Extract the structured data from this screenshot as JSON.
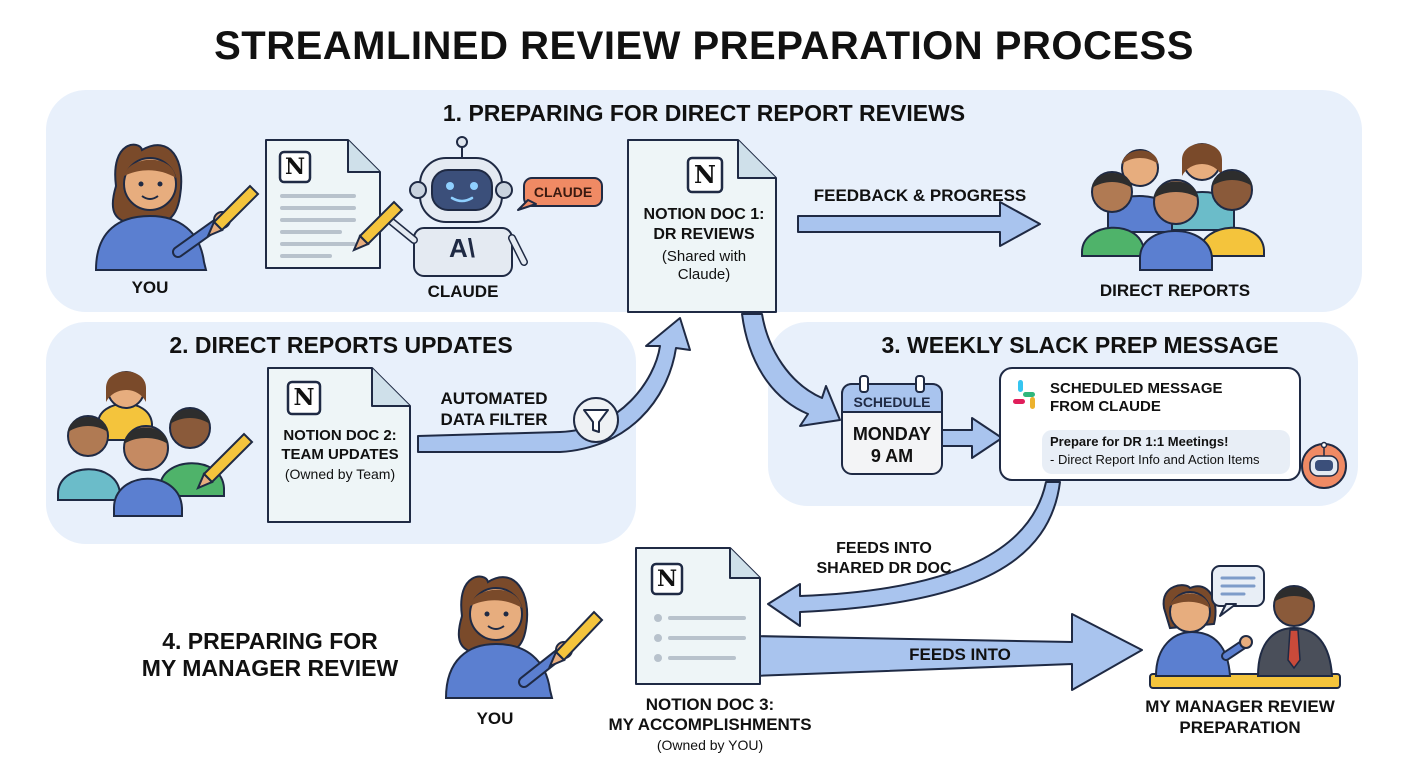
{
  "title": "STREAMLINED REVIEW PREPARATION PROCESS",
  "sections": {
    "s1": "1. PREPARING FOR DIRECT REPORT REVIEWS",
    "s2": "2. DIRECT REPORTS UPDATES",
    "s3": "3. WEEKLY SLACK PREP MESSAGE",
    "s4_line1": "4. PREPARING FOR",
    "s4_line2": "MY MANAGER REVIEW"
  },
  "actors": {
    "you": "YOU",
    "claude": "CLAUDE",
    "claude_badge": "CLAUDE",
    "claude_logo": "A\\",
    "direct_reports": "DIRECT REPORTS",
    "you_bottom": "YOU",
    "manager_line1": "MY MANAGER REVIEW",
    "manager_line2": "PREPARATION"
  },
  "docs": {
    "doc1": {
      "line1": "NOTION DOC 1:",
      "line2": "DR REVIEWS",
      "sub1": "(Shared with",
      "sub2": "Claude)"
    },
    "doc2": {
      "line1": "NOTION DOC 2:",
      "line2": "TEAM UPDATES",
      "sub": "(Owned by Team)"
    },
    "doc3": {
      "line1": "NOTION DOC 3:",
      "line2": "MY ACCOMPLISHMENTS",
      "sub": "(Owned by YOU)"
    }
  },
  "notion_glyph": "N",
  "flows": {
    "feedback": "FEEDBACK & PROGRESS",
    "filter_line1": "AUTOMATED",
    "filter_line2": "DATA FILTER",
    "feeds_shared_line1": "FEEDS INTO",
    "feeds_shared_line2": "SHARED DR DOC",
    "feeds_into": "FEEDS INTO"
  },
  "schedule": {
    "header": "SCHEDULE",
    "day": "MONDAY",
    "time": "9 AM"
  },
  "slack": {
    "title_line1": "SCHEDULED MESSAGE",
    "title_line2": "FROM CLAUDE",
    "msg_line1": "Prepare for DR 1:1 Meetings!",
    "msg_line2": "- Direct Report Info and Action Items"
  },
  "colors": {
    "panel": "#e8f0fb",
    "arrow": "#a9c4ee",
    "arrow_stroke": "#1f2a44",
    "doc": "#eef5f7",
    "skin": "#e7ad7e",
    "hair": "#7a4a2a",
    "shirt_blue": "#5b7fd0",
    "claude_badge": "#f08a64"
  },
  "icons": [
    "notion-icon",
    "robot-icon",
    "pencil-icon",
    "filter-funnel-icon",
    "calendar-icon",
    "slack-icon",
    "chat-bubble-icon"
  ]
}
